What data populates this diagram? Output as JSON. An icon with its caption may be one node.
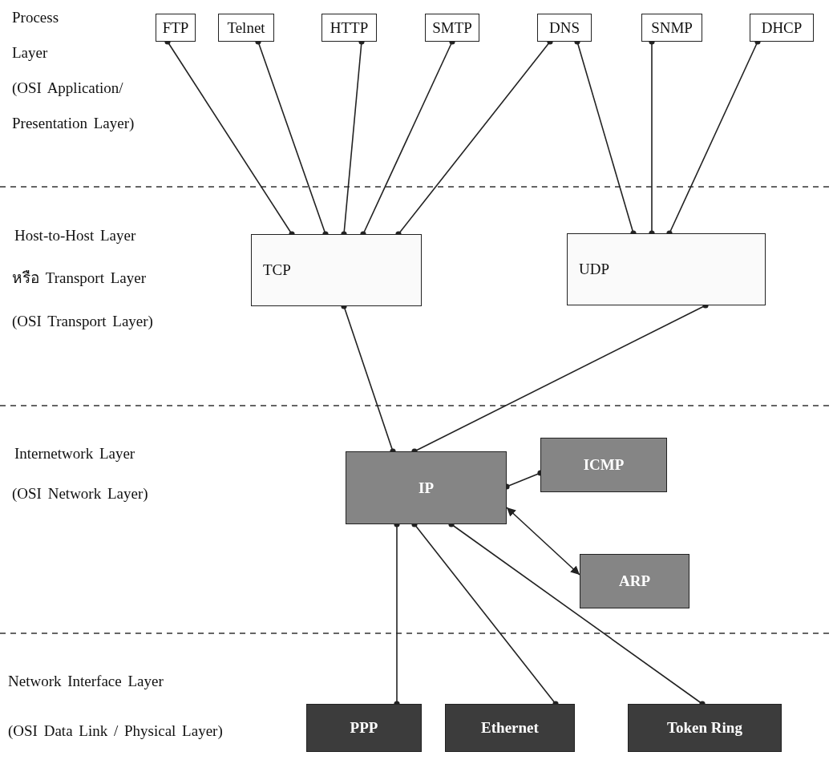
{
  "diagram": {
    "nodes": [
      {
        "text": [
          "FTP"
        ]
      },
      {
        "text": [
          "Telnet"
        ]
      },
      {
        "text": [
          "HTTP"
        ]
      },
      {
        "text": [
          "SMTP"
        ]
      },
      {
        "text": [
          "DNS"
        ]
      },
      {
        "text": [
          "SNMP"
        ]
      },
      {
        "text": [
          "DHCP"
        ]
      },
      {
        "text": [
          "TCP"
        ]
      },
      {
        "text": [
          "UDP"
        ]
      },
      {
        "text": [
          "IP"
        ]
      },
      {
        "text": [
          "ICMP"
        ]
      },
      {
        "text": [
          "ARP"
        ]
      },
      {
        "text": [
          "PPP"
        ]
      },
      {
        "text": [
          "Ethernet"
        ]
      },
      {
        "text": [
          "Token Ring"
        ]
      }
    ],
    "edges": [
      {
        "from": 0,
        "to": 7,
        "arrow": "other"
      },
      {
        "from": 1,
        "to": 7,
        "arrow": "other"
      },
      {
        "from": 2,
        "to": 7,
        "arrow": "other"
      },
      {
        "from": 3,
        "to": 7,
        "arrow": "other"
      },
      {
        "from": 4,
        "to": 7,
        "arrow": "other"
      },
      {
        "from": 4,
        "to": 8,
        "arrow": "other"
      },
      {
        "from": 5,
        "to": 8,
        "arrow": "other"
      },
      {
        "from": 6,
        "to": 8,
        "arrow": "other"
      },
      {
        "from": 7,
        "to": 9,
        "arrow": "other"
      },
      {
        "from": 8,
        "to": 9,
        "arrow": "other"
      },
      {
        "from": 9,
        "to": 10,
        "arrow": "other"
      },
      {
        "from": 9,
        "to": 11,
        "arrow": "both"
      },
      {
        "from": 9,
        "to": 12,
        "arrow": "other"
      },
      {
        "from": 9,
        "to": 13,
        "arrow": "other"
      },
      {
        "from": 9,
        "to": 14,
        "arrow": "other"
      }
    ],
    "labels": [
      "Process Layer",
      "(OSI Application/ Presentation Layer)",
      "Host-to-Host Layer",
      "หรือ Transport Layer",
      "(OSI Transport Layer)",
      "Internetwork Layer",
      "(OSI Network Layer)",
      "Network Interface Layer",
      "(OSI Data Link / Physical Layer)"
    ]
  }
}
